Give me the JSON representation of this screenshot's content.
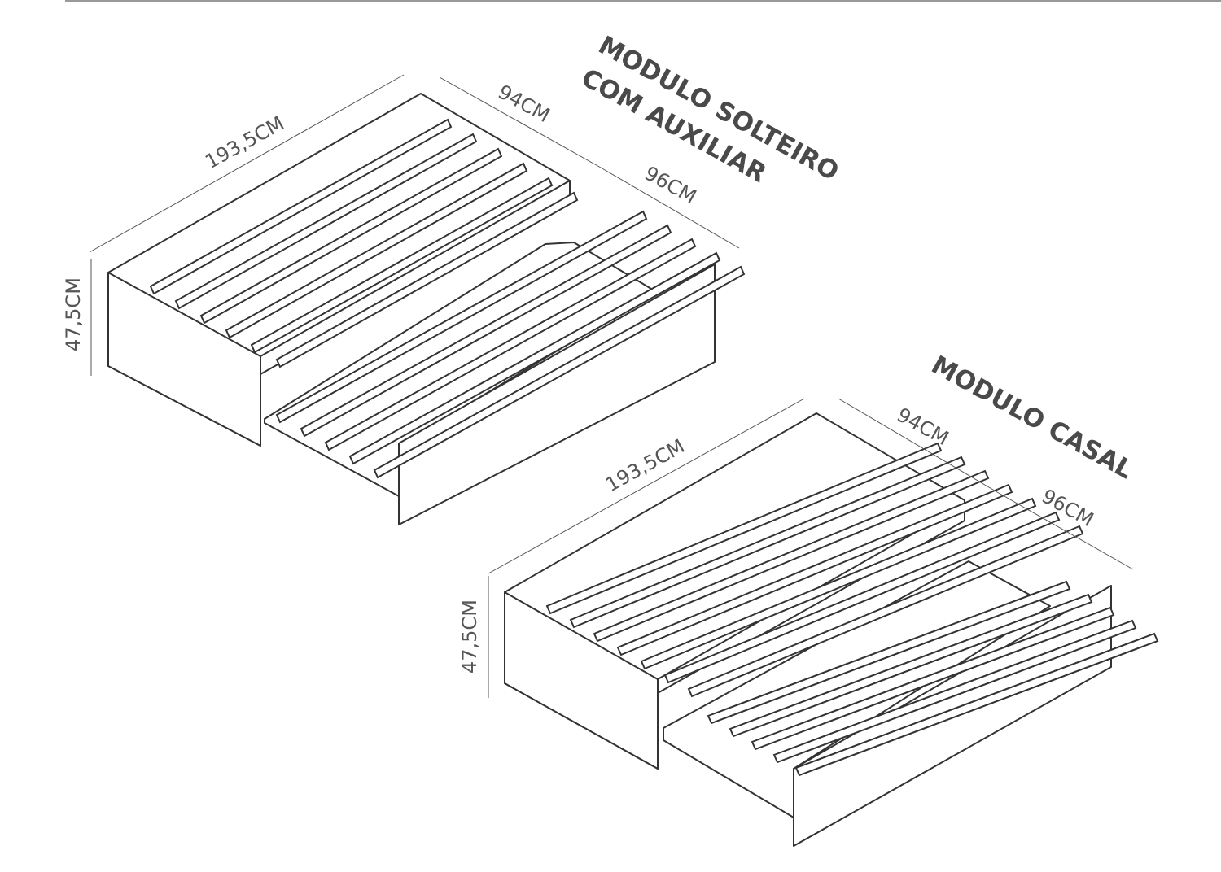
{
  "single_module": {
    "title_line1": "MODULO SOLTEIRO",
    "title_line2": "COM AUXILIAR",
    "length": "193,5CM",
    "width_main": "94CM",
    "width_extended": "96CM",
    "height": "47,5CM"
  },
  "double_module": {
    "title": "MODULO CASAL",
    "length": "193,5CM",
    "width_main": "94CM",
    "width_extended": "96CM",
    "height": "47,5CM"
  }
}
